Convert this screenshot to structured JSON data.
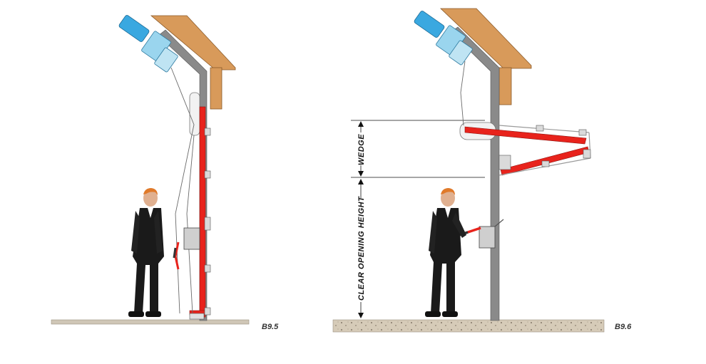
{
  "figures": [
    {
      "label": "B9.5",
      "state": "closed"
    },
    {
      "label": "B9.6",
      "state": "open"
    }
  ],
  "dimensions": {
    "wedge_label": "WEDGE",
    "clear_opening_label": "CLEAR OPENING HEIGHT"
  },
  "colors": {
    "door_panel": "#e8231c",
    "motor": "#3aa8e0",
    "post": "#7a7a7a",
    "wood_beam": "#d89a5a",
    "floor": "#d6cbb8",
    "suit": "#1a1a1a",
    "hair": "#e07a2a"
  },
  "icons": [
    "person-figure",
    "motor-icon",
    "hinge-icon"
  ]
}
